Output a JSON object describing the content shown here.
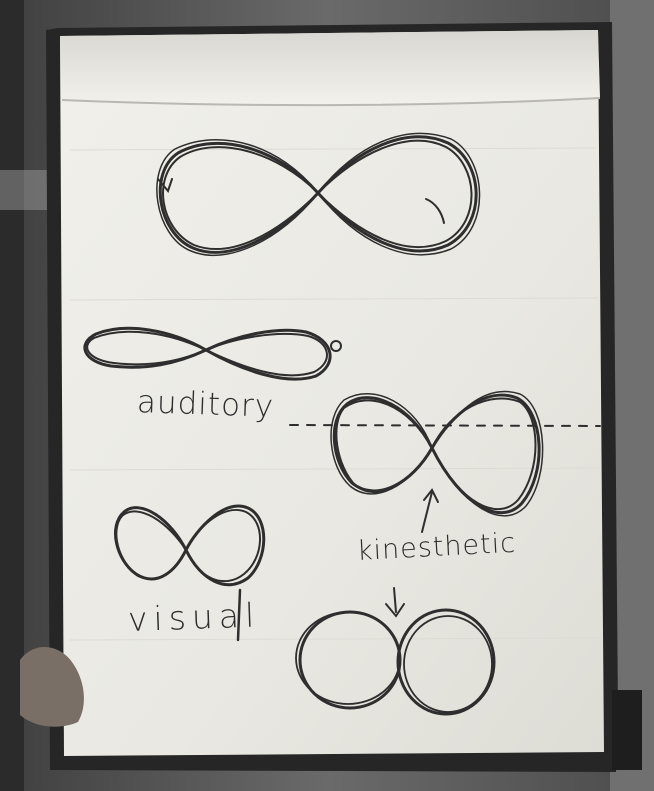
{
  "chart": {
    "labels": {
      "auditory": "auditory",
      "kinesthetic": "kinesthetic",
      "visual": "visual"
    }
  },
  "colors": {
    "paper": "#ecebe5",
    "ink": "#2e2e2e",
    "background": "#5e5e5e",
    "frame": "#2a2a2a"
  }
}
